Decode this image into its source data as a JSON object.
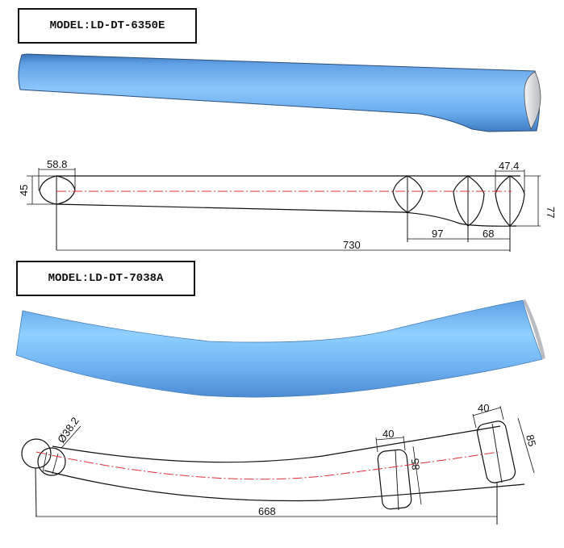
{
  "models": [
    {
      "model_label": "MODEL:LD-DT-6350E",
      "dimensions": {
        "front_width": "58.8",
        "front_height": "45",
        "rear_width": "47.4",
        "rear_height": "77",
        "transition_length": "97",
        "rear_section_length": "68",
        "overall_length": "730"
      }
    },
    {
      "model_label": "MODEL:LD-DT-7038A",
      "dimensions": {
        "front_diameter": "Ø38.2",
        "mid_width": "40",
        "mid_height": "85",
        "rear_width": "40",
        "rear_height": "85",
        "overall_length": "668"
      }
    }
  ],
  "colors": {
    "tube_blue": "#6aaef0",
    "tube_highlight": "#8ecbff",
    "tube_shadow": "#3f7fc8",
    "centerline": "#d9303a",
    "line": "#111111"
  }
}
